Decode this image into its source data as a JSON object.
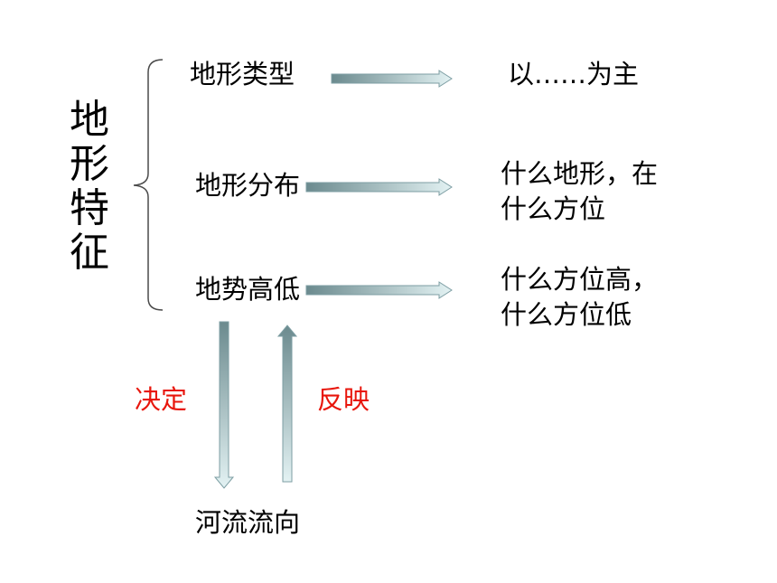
{
  "main_title": "地\n形\n特\n征",
  "nodes": {
    "type": "地形类型",
    "distribution": "地形分布",
    "terrain": "地势高低",
    "river": "河流流向"
  },
  "results": {
    "type": "以……为主",
    "distribution": "什么地形，在\n什么方位",
    "terrain": "什么方位高，\n什么方位低"
  },
  "relations": {
    "determines": "决定",
    "reflects": "反映"
  },
  "colors": {
    "text": "#000000",
    "relation_text": "#e8160c",
    "arrow_dark": "#6b8a8e",
    "arrow_light": "#e3f2f3",
    "arrow_outline": "#7d9ea3"
  }
}
